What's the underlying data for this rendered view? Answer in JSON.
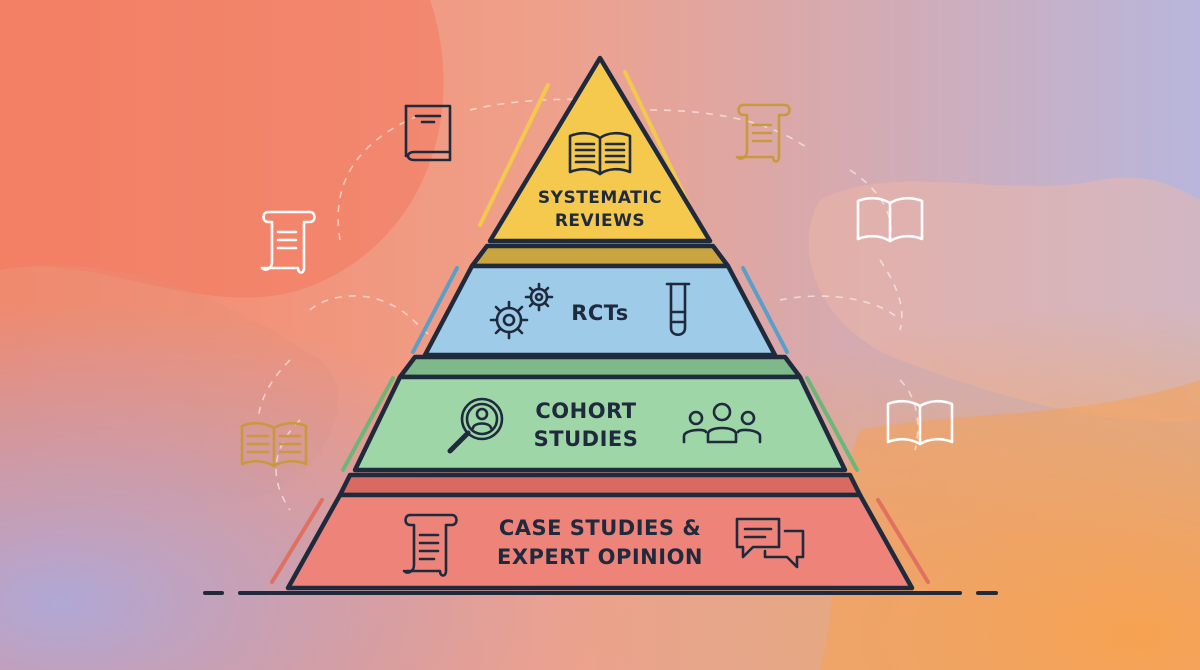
{
  "pyramid": {
    "tiers": [
      {
        "id": "systematic-reviews",
        "lines": [
          "SYSTEMATIC",
          "REVIEWS"
        ],
        "fill": "#f5c94e",
        "top_face": "#d9a83a",
        "icons": [
          "open-book-icon"
        ]
      },
      {
        "id": "rcts",
        "lines": [
          "RCTs"
        ],
        "fill": "#9ecbe8",
        "top_face": "#c9a43f",
        "icons": [
          "gears-icon",
          "test-tube-icon"
        ]
      },
      {
        "id": "cohort-studies",
        "lines": [
          "COHORT",
          "STUDIES"
        ],
        "fill": "#9fd6a8",
        "top_face": "#7fb98a",
        "icons": [
          "magnifier-person-icon",
          "group-icon"
        ]
      },
      {
        "id": "case-studies",
        "lines": [
          "CASE STUDIES &",
          "EXPERT OPINION"
        ],
        "fill": "#ee8479",
        "top_face": "#d86a62",
        "icons": [
          "scroll-icon",
          "chat-bubbles-icon"
        ]
      }
    ],
    "outline_color": "#1f2a3d"
  },
  "decorations": {
    "floating_icons": [
      "book-icon",
      "scroll-icon",
      "open-book-icon",
      "scroll-icon",
      "open-book-icon",
      "open-book-icon"
    ]
  },
  "background": {
    "left_color": "#f4876a",
    "right_color": "#b9b7dd",
    "bottom_right_color": "#f6a65a"
  }
}
